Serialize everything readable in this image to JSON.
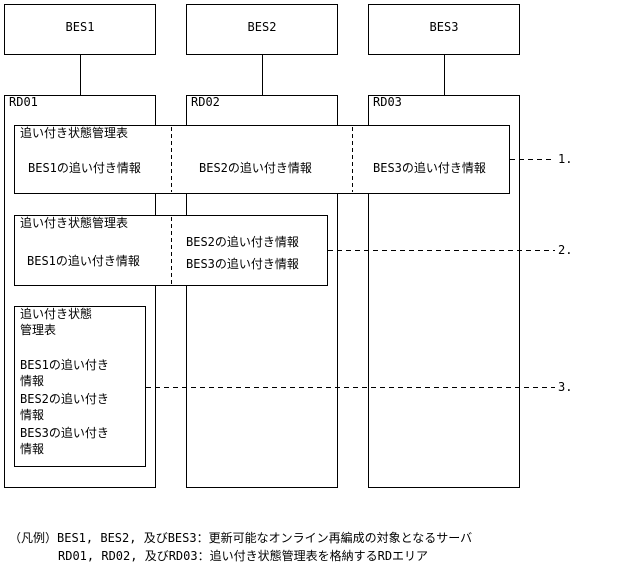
{
  "servers": [
    "BES1",
    "BES2",
    "BES3"
  ],
  "areas": [
    "RD01",
    "RD02",
    "RD03"
  ],
  "table_label": "追い付き状態管理表",
  "table_label_split": [
    "追い付き状態",
    "管理表"
  ],
  "info": {
    "bes1": "BES1の追い付き情報",
    "bes2": "BES2の追い付き情報",
    "bes3": "BES3の追い付き情報"
  },
  "info_split": {
    "bes1": [
      "BES1の追い付き",
      "情報"
    ],
    "bes2": [
      "BES2の追い付き",
      "情報"
    ],
    "bes3": [
      "BES3の追い付き",
      "情報"
    ]
  },
  "callouts": [
    "1.",
    "2.",
    "3."
  ],
  "legend": {
    "line1": "（凡例）BES1, BES2, 及びBES3：更新可能なオンライン再編成の対象となるサーバ",
    "line2": "RD01, RD02, 及びRD03：追い付き状態管理表を格納するRDエリア"
  },
  "colors": {
    "stroke": "#000000",
    "background": "#ffffff"
  }
}
